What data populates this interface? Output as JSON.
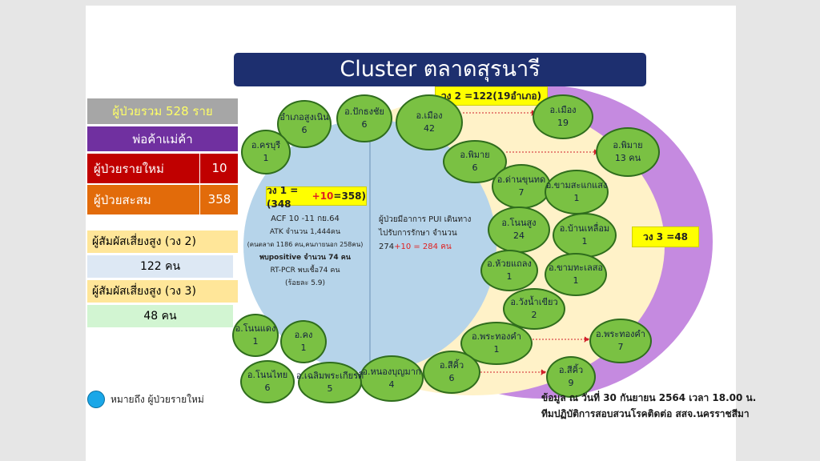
{
  "title": "Cluster ตลาดสุรนารี",
  "stats": {
    "total": "ผู้ป่วยรวม 528 ราย",
    "vendors": "พ่อค้าแม่ค้า",
    "new_label": "ผู้ป่วยรายใหม่",
    "new_value": "10",
    "cumulative_label": "ผู้ป่วยสะสม",
    "cumulative_value": "358",
    "ring2_label": "ผู้สัมผัสเสี่ยงสูง (วง 2)",
    "ring2_value": "122 คน",
    "ring3_label": "ผู้สัมผัสเสี่ยงสูง (วง 3)",
    "ring3_value": "48 คน"
  },
  "ring1": {
    "badge_a": "วง 1 = (348",
    "badge_b": "+10",
    "badge_c": " =358)",
    "left_lines": [
      "ACF 10 -11 กย.64",
      "ATK จำนวน 1,444คน",
      "(คนตลาด 1186 คน,คนภายนอก 258คน)",
      "พบpositive จำนวน 74 คน",
      "RT-PCR พบเชื้อ74 คน",
      "(ร้อยละ 5.9)"
    ],
    "right_line1": "ผู้ป่วยมีอาการ PUI เดินทาง",
    "right_line2": "ไปรับการรักษา จำนวน",
    "right_line3a": "274",
    "right_line3b": "+10 = 284 คน"
  },
  "ring2_badge": "วง 2 =122(19อำเภอ)",
  "ring3_badge": "วง 3 =48",
  "districts": [
    {
      "name": "อำเภอสูงเนิน",
      "count": "6"
    },
    {
      "name": "อ.ปักธงชัย",
      "count": "6"
    },
    {
      "name": "อ.ครบุรี",
      "count": "1"
    },
    {
      "name": "อ.เมือง",
      "count": "42"
    },
    {
      "name": "อ.พิมาย",
      "count": "6"
    },
    {
      "name": "อ.ด่านขุนทด",
      "count": "7"
    },
    {
      "name": "อ.ขามสะแกแสง",
      "count": "1"
    },
    {
      "name": "อ.โนนสูง",
      "count": "24"
    },
    {
      "name": "อ.บ้านเหลื่อม",
      "count": "1"
    },
    {
      "name": "อ.ห้วยแถลง",
      "count": "1"
    },
    {
      "name": "อ.ขามทะเลสอ",
      "count": "1"
    },
    {
      "name": "อ.วังน้ำเขียว",
      "count": "2"
    },
    {
      "name": "อ.พระทองคำ",
      "count": "1"
    },
    {
      "name": "อ.สีคิ้ว",
      "count": "6"
    },
    {
      "name": "อ.หนองบุญมาก",
      "count": "4"
    },
    {
      "name": "อ.โนนแดง",
      "count": "1"
    },
    {
      "name": "อ.คง",
      "count": "1"
    },
    {
      "name": "อ.โนนไทย",
      "count": "6"
    },
    {
      "name": "อ.เฉลิมพระเกียรติ",
      "count": "5"
    },
    {
      "name": "อ.เมือง",
      "count": "19"
    },
    {
      "name": "อ.พิมาย",
      "count": "13 คน"
    },
    {
      "name": "อ.พระทองคำ",
      "count": "7"
    },
    {
      "name": "อ.สีคิ้ว",
      "count": "9"
    }
  ],
  "legend": "หมายถึง  ผู้ป่วยรายใหม่",
  "footer1": "ข้อมูล ณ วันที่  30  กันยายน 2564 เวลา 18.00 น.",
  "footer2": "ทีมปฏิบัติการสอบสวนโรคติดต่อ สสจ.นครราชสีมา",
  "colors": {
    "ring3": "#c58ae0",
    "ring2": "#fff2c8",
    "ring1": "#b6d4ea",
    "bubble": "#7ac143",
    "title": "#1d2f6f"
  }
}
